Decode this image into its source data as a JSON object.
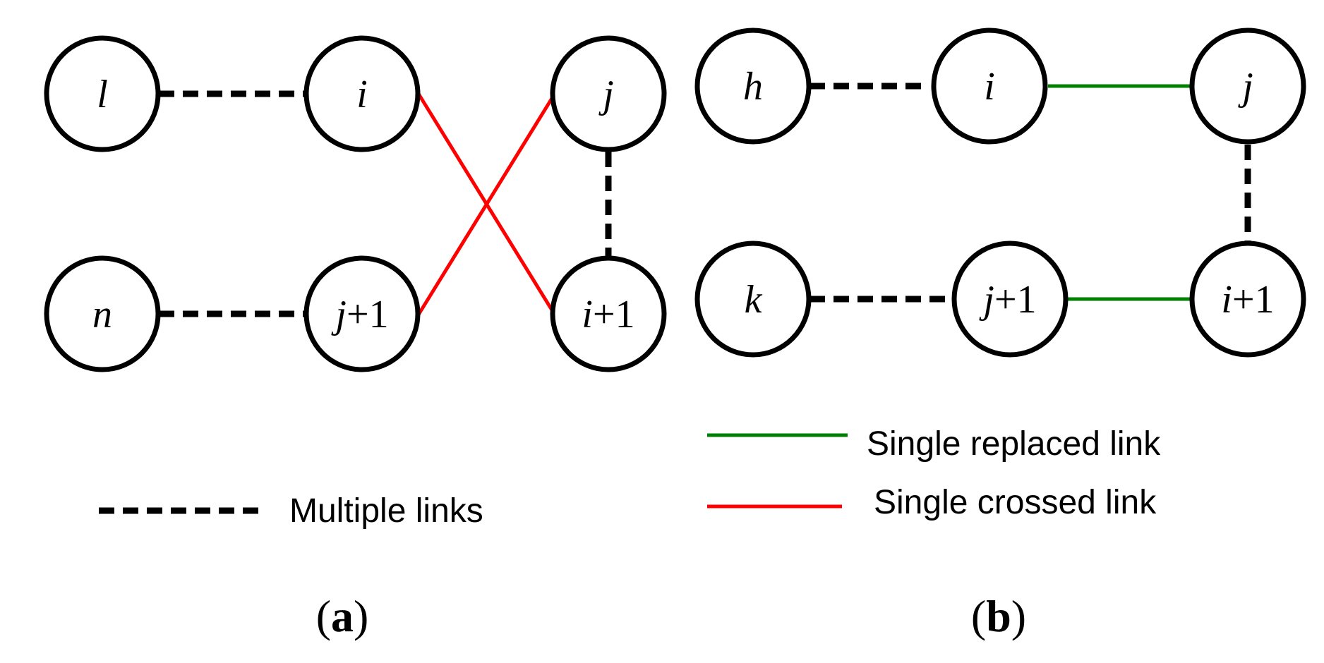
{
  "panel_a": {
    "label_open": "(",
    "label_letter": "a",
    "label_close": ")",
    "nodes": {
      "n1": {
        "main": "l",
        "suffix": ""
      },
      "ni": {
        "main": "i",
        "suffix": ""
      },
      "nj": {
        "main": "j",
        "suffix": ""
      },
      "nn": {
        "main": "n",
        "suffix": ""
      },
      "nj1": {
        "main": "j",
        "suffix": "+1"
      },
      "ni1": {
        "main": "i",
        "suffix": "+1"
      }
    }
  },
  "panel_b": {
    "label_open": "(",
    "label_letter": "b",
    "label_close": ")",
    "nodes": {
      "nh": {
        "main": "h",
        "suffix": ""
      },
      "ni": {
        "main": "i",
        "suffix": ""
      },
      "nj": {
        "main": "j",
        "suffix": ""
      },
      "nk": {
        "main": "k",
        "suffix": ""
      },
      "nj1": {
        "main": "j",
        "suffix": "+1"
      },
      "ni1": {
        "main": "i",
        "suffix": "+1"
      }
    }
  },
  "legend": {
    "multiple": "Multiple links",
    "replaced": "Single replaced link",
    "crossed": "Single crossed link"
  },
  "colors": {
    "replaced": "#008000",
    "crossed": "#ff0000",
    "multiple": "#000000"
  }
}
